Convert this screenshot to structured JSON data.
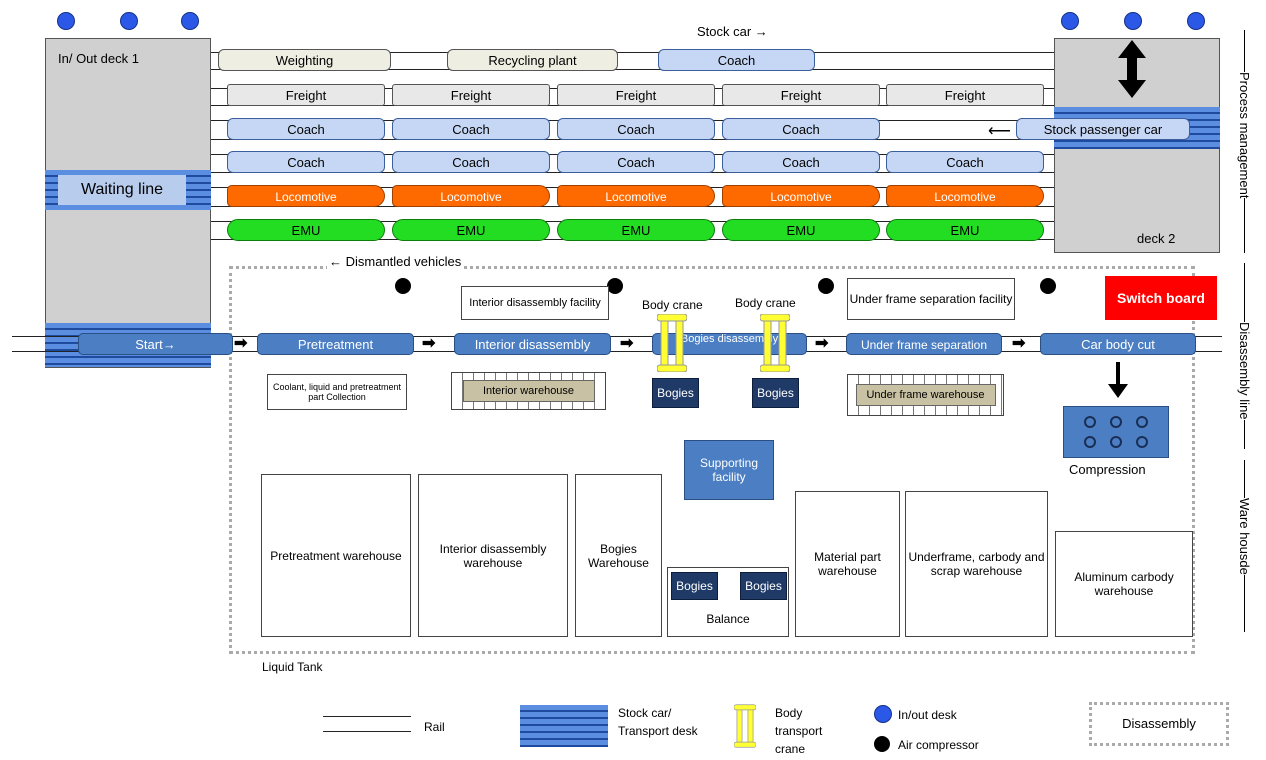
{
  "decks": {
    "deck1_label": "In/ Out deck 1",
    "deck2_label": "deck 2",
    "waiting_line": "Waiting line"
  },
  "top": {
    "stock_car": "Stock car →",
    "weighting": "Weighting",
    "recycling": "Recycling plant",
    "coach_top": "Coach"
  },
  "rows": {
    "freight": [
      "Freight",
      "Freight",
      "Freight",
      "Freight",
      "Freight"
    ],
    "coach1": [
      "Coach",
      "Coach",
      "Coach",
      "Coach"
    ],
    "stock_passenger": "Stock passenger car",
    "coach2": [
      "Coach",
      "Coach",
      "Coach",
      "Coach",
      "Coach"
    ],
    "loco": [
      "Locomotive",
      "Locomotive",
      "Locomotive",
      "Locomotive",
      "Locomotive"
    ],
    "emu": [
      "EMU",
      "EMU",
      "EMU",
      "EMU",
      "EMU"
    ]
  },
  "disassembly": {
    "dismantled": "← Dismantled vehicles",
    "interior_facility": "Interior disassembly facility",
    "body_crane1": "Body crane",
    "body_crane2": "Body crane",
    "underframe_facility": "Under frame separation facility",
    "switch_board": "Switch board",
    "start": "Start→",
    "pretreatment": "Pretreatment",
    "interior_disassembly": "Interior disassembly",
    "bogies_disassembly": "Bogies disassembly",
    "underframe_separation": "Under frame separation",
    "car_body_cut": "Car body cut",
    "coolant": "Coolant, liquid and pretreatment part Collection",
    "interior_warehouse": "Interior warehouse",
    "bogies1": "Bogies",
    "bogies2": "Bogies",
    "underframe_warehouse": "Under frame warehouse",
    "compression": "Compression",
    "supporting": "Supporting facility"
  },
  "warehouses": {
    "pretreatment": "Pretreatment warehouse",
    "interior": "Interior disassembly warehouse",
    "bogies": "Bogies Warehouse",
    "balance_b1": "Bogies",
    "balance_b2": "Bogies",
    "balance": "Balance",
    "material": "Material part warehouse",
    "underframe": "Underframe, carbody and scrap warehouse",
    "aluminum": "Aluminum carbody warehouse",
    "liquid_tank": "Liquid Tank"
  },
  "side": {
    "process": "Process management",
    "disassembly": "Disassembly line",
    "warehouse": "Ware housde"
  },
  "legend": {
    "rail": "Rail",
    "stock_car": "Stock car/ Transport desk",
    "body_crane": "Body transport crane",
    "inout": "In/out desk",
    "air": "Air compressor",
    "disassembly": "Disassembly"
  },
  "colors": {
    "blue": "#4b7ec2",
    "navy": "#1f3a66",
    "orange": "#ff6a00",
    "green": "#22dd22",
    "red": "#ff0000",
    "khaki": "#c9c1a3"
  }
}
